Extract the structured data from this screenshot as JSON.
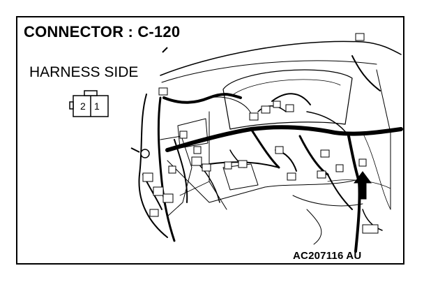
{
  "title": "CONNECTOR : C-120",
  "view_label": "HARNESS SIDE",
  "connector": {
    "pins": [
      "2",
      "1"
    ]
  },
  "figure_code": "AC207116 AU",
  "colors": {
    "line": "#000000",
    "background": "#ffffff"
  }
}
